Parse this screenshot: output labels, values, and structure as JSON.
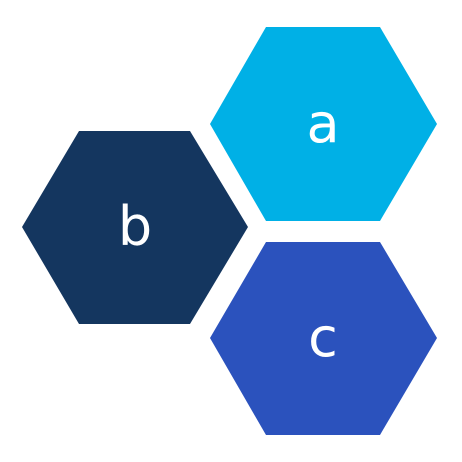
{
  "hexagons": [
    {
      "id": "a",
      "label": "a",
      "color": "#00b0e6"
    },
    {
      "id": "b",
      "label": "b",
      "color": "#14365f"
    },
    {
      "id": "c",
      "label": "c",
      "color": "#2b52bd"
    }
  ],
  "background": "#ffffff"
}
